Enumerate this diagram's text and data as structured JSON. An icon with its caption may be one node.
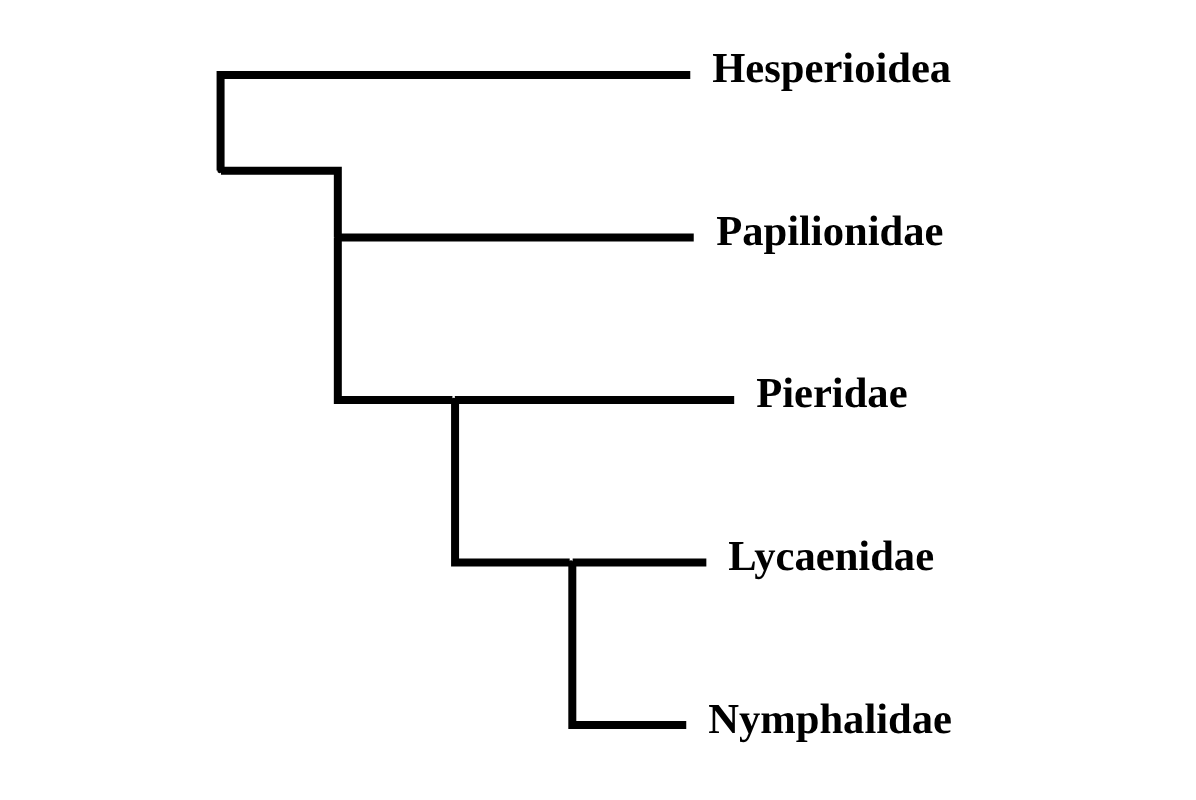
{
  "diagram": {
    "nodes": [
      {
        "text": [
          "Hesperioidea"
        ]
      },
      {
        "text": [
          "Papilionidae"
        ]
      },
      {
        "text": [
          "Pieridae"
        ]
      },
      {
        "text": [
          "Lycaenidae"
        ]
      },
      {
        "text": [
          "Nymphalidae"
        ]
      },
      {
        "text": [],
        "shape": "point"
      },
      {
        "text": [],
        "shape": "point"
      },
      {
        "text": [],
        "shape": "point"
      },
      {
        "text": [],
        "shape": "point"
      }
    ],
    "edges": [
      {
        "from": 5,
        "to": 0,
        "arrow": "none"
      },
      {
        "from": 5,
        "to": 6,
        "arrow": "none"
      },
      {
        "from": 6,
        "to": 1,
        "arrow": "none"
      },
      {
        "from": 6,
        "to": 7,
        "arrow": "none"
      },
      {
        "from": 7,
        "to": 2,
        "arrow": "none"
      },
      {
        "from": 7,
        "to": 8,
        "arrow": "none"
      },
      {
        "from": 8,
        "to": 3,
        "arrow": "none"
      },
      {
        "from": 8,
        "to": 4,
        "arrow": "none"
      }
    ]
  }
}
